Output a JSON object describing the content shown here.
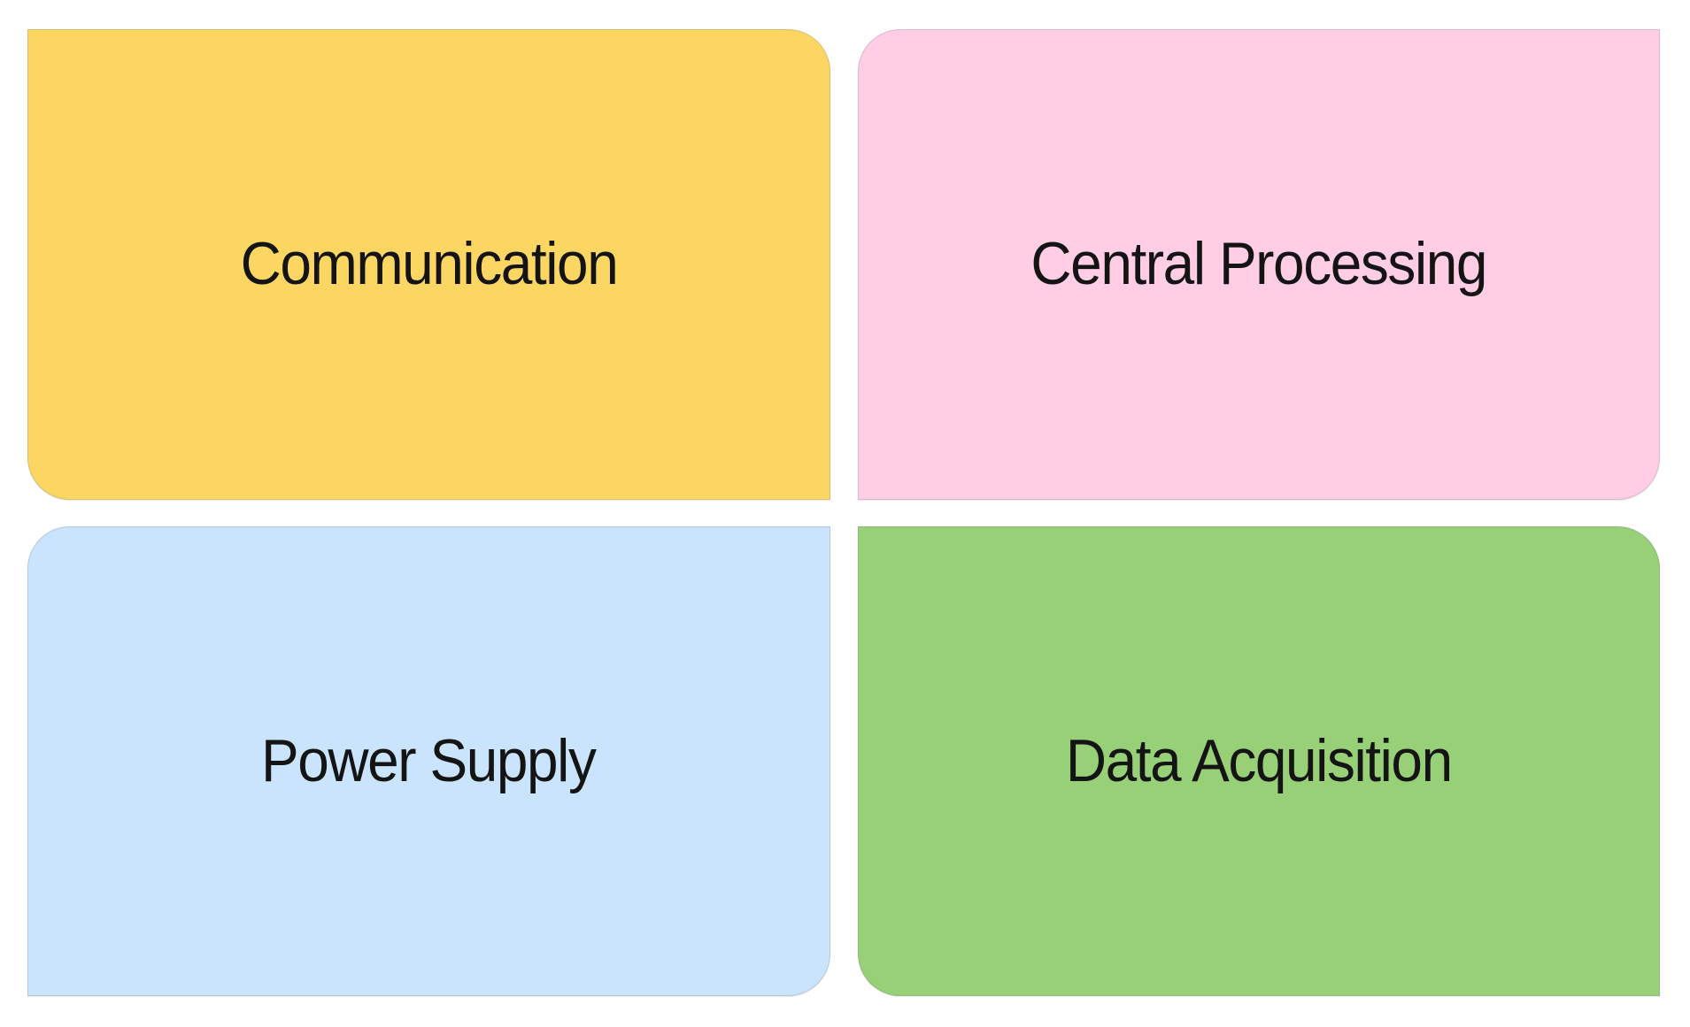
{
  "diagram": {
    "type": "matrix-2x2",
    "background": "#FFFFFF",
    "text_color": "#141414",
    "cells": [
      {
        "label": "Communication",
        "color": "#FCD663",
        "position": "top-left"
      },
      {
        "label": "Central Processing",
        "color": "#FFCDE4",
        "position": "top-right"
      },
      {
        "label": "Power Supply",
        "color": "#C9E4FC",
        "position": "bottom-left"
      },
      {
        "label": "Data Acquisition",
        "color": "#97D077",
        "position": "bottom-right"
      }
    ]
  }
}
